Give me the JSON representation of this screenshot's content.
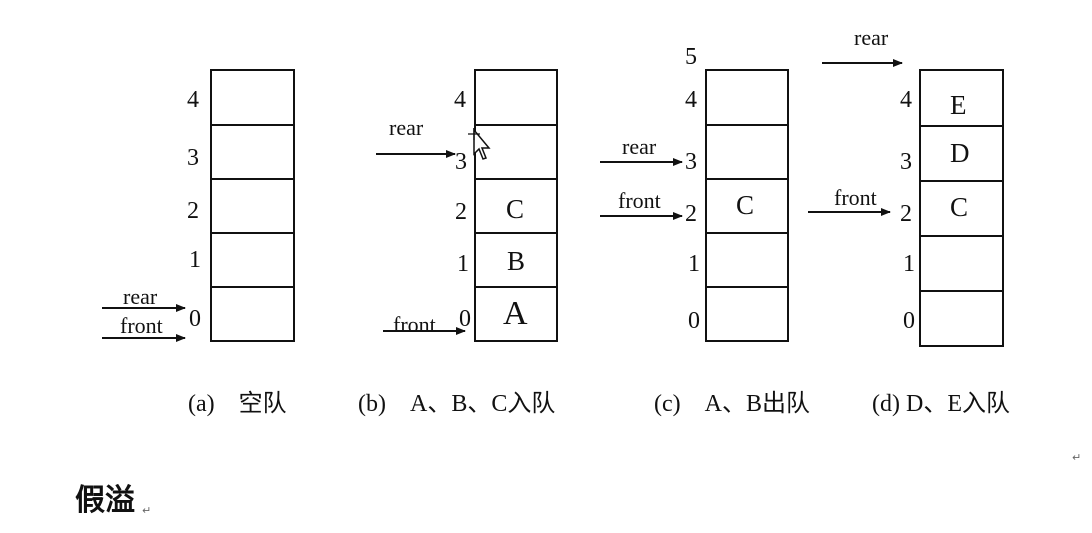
{
  "panels": [
    {
      "caption": "(a)　空队",
      "indices": [
        "4",
        "3",
        "2",
        "1",
        "0"
      ],
      "cells": [
        "",
        "",
        "",
        "",
        ""
      ],
      "pointers": {
        "rear": "rear",
        "front": "front"
      }
    },
    {
      "caption": "(b)　A、B、C入队",
      "indices": [
        "4",
        "3",
        "2",
        "1",
        "0"
      ],
      "cells": [
        "",
        "",
        "C",
        "B",
        "A"
      ],
      "pointers": {
        "rear": "rear",
        "front": "front"
      }
    },
    {
      "caption": "(c)　A、B出队",
      "indices": [
        "5",
        "4",
        "3",
        "2",
        "1",
        "0"
      ],
      "cells": [
        "",
        "",
        "C",
        "",
        ""
      ],
      "pointers": {
        "rear": "rear",
        "front": "front"
      }
    },
    {
      "caption": "(d) D、E入队",
      "indices": [
        "4",
        "3",
        "2",
        "1",
        "0"
      ],
      "cells": [
        "E",
        "D",
        "C",
        "",
        ""
      ],
      "pointers": {
        "rear": "rear",
        "front": "front"
      }
    }
  ],
  "heading": "假溢",
  "paragraph_mark": "↵"
}
